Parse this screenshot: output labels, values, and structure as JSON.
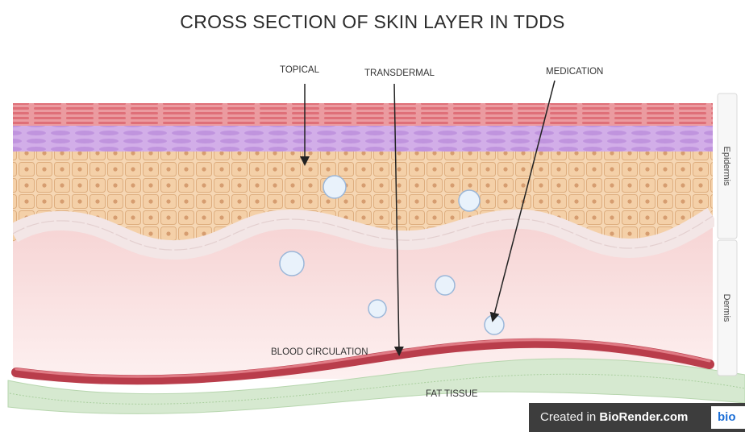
{
  "title": "CROSS SECTION OF SKIN LAYER IN TDDS",
  "labels": {
    "topical": "TOPICAL",
    "transdermal": "TRANSDERMAL",
    "medication": "MEDICATION",
    "blood_circulation": "BLOOD CIRCULATION",
    "fat_tissue": "FAT TISSUE"
  },
  "side_labels": {
    "epidermis": "Epidermis",
    "dermis": "Dermis"
  },
  "watermark": {
    "prefix": "Created in ",
    "brand": "BioRender.com",
    "logo": "bio"
  },
  "colors": {
    "stratum_corneum": "#e57f86",
    "granular_layer": "#cfa7e6",
    "spinous_layer": "#f6d7b4",
    "basal_cells": "#f3eaea",
    "dermis": "#f8dcdc",
    "blood_vessel": "#b93d4b",
    "fat_tissue": "#cfe5c8",
    "molecule": "#e6f0fa"
  }
}
